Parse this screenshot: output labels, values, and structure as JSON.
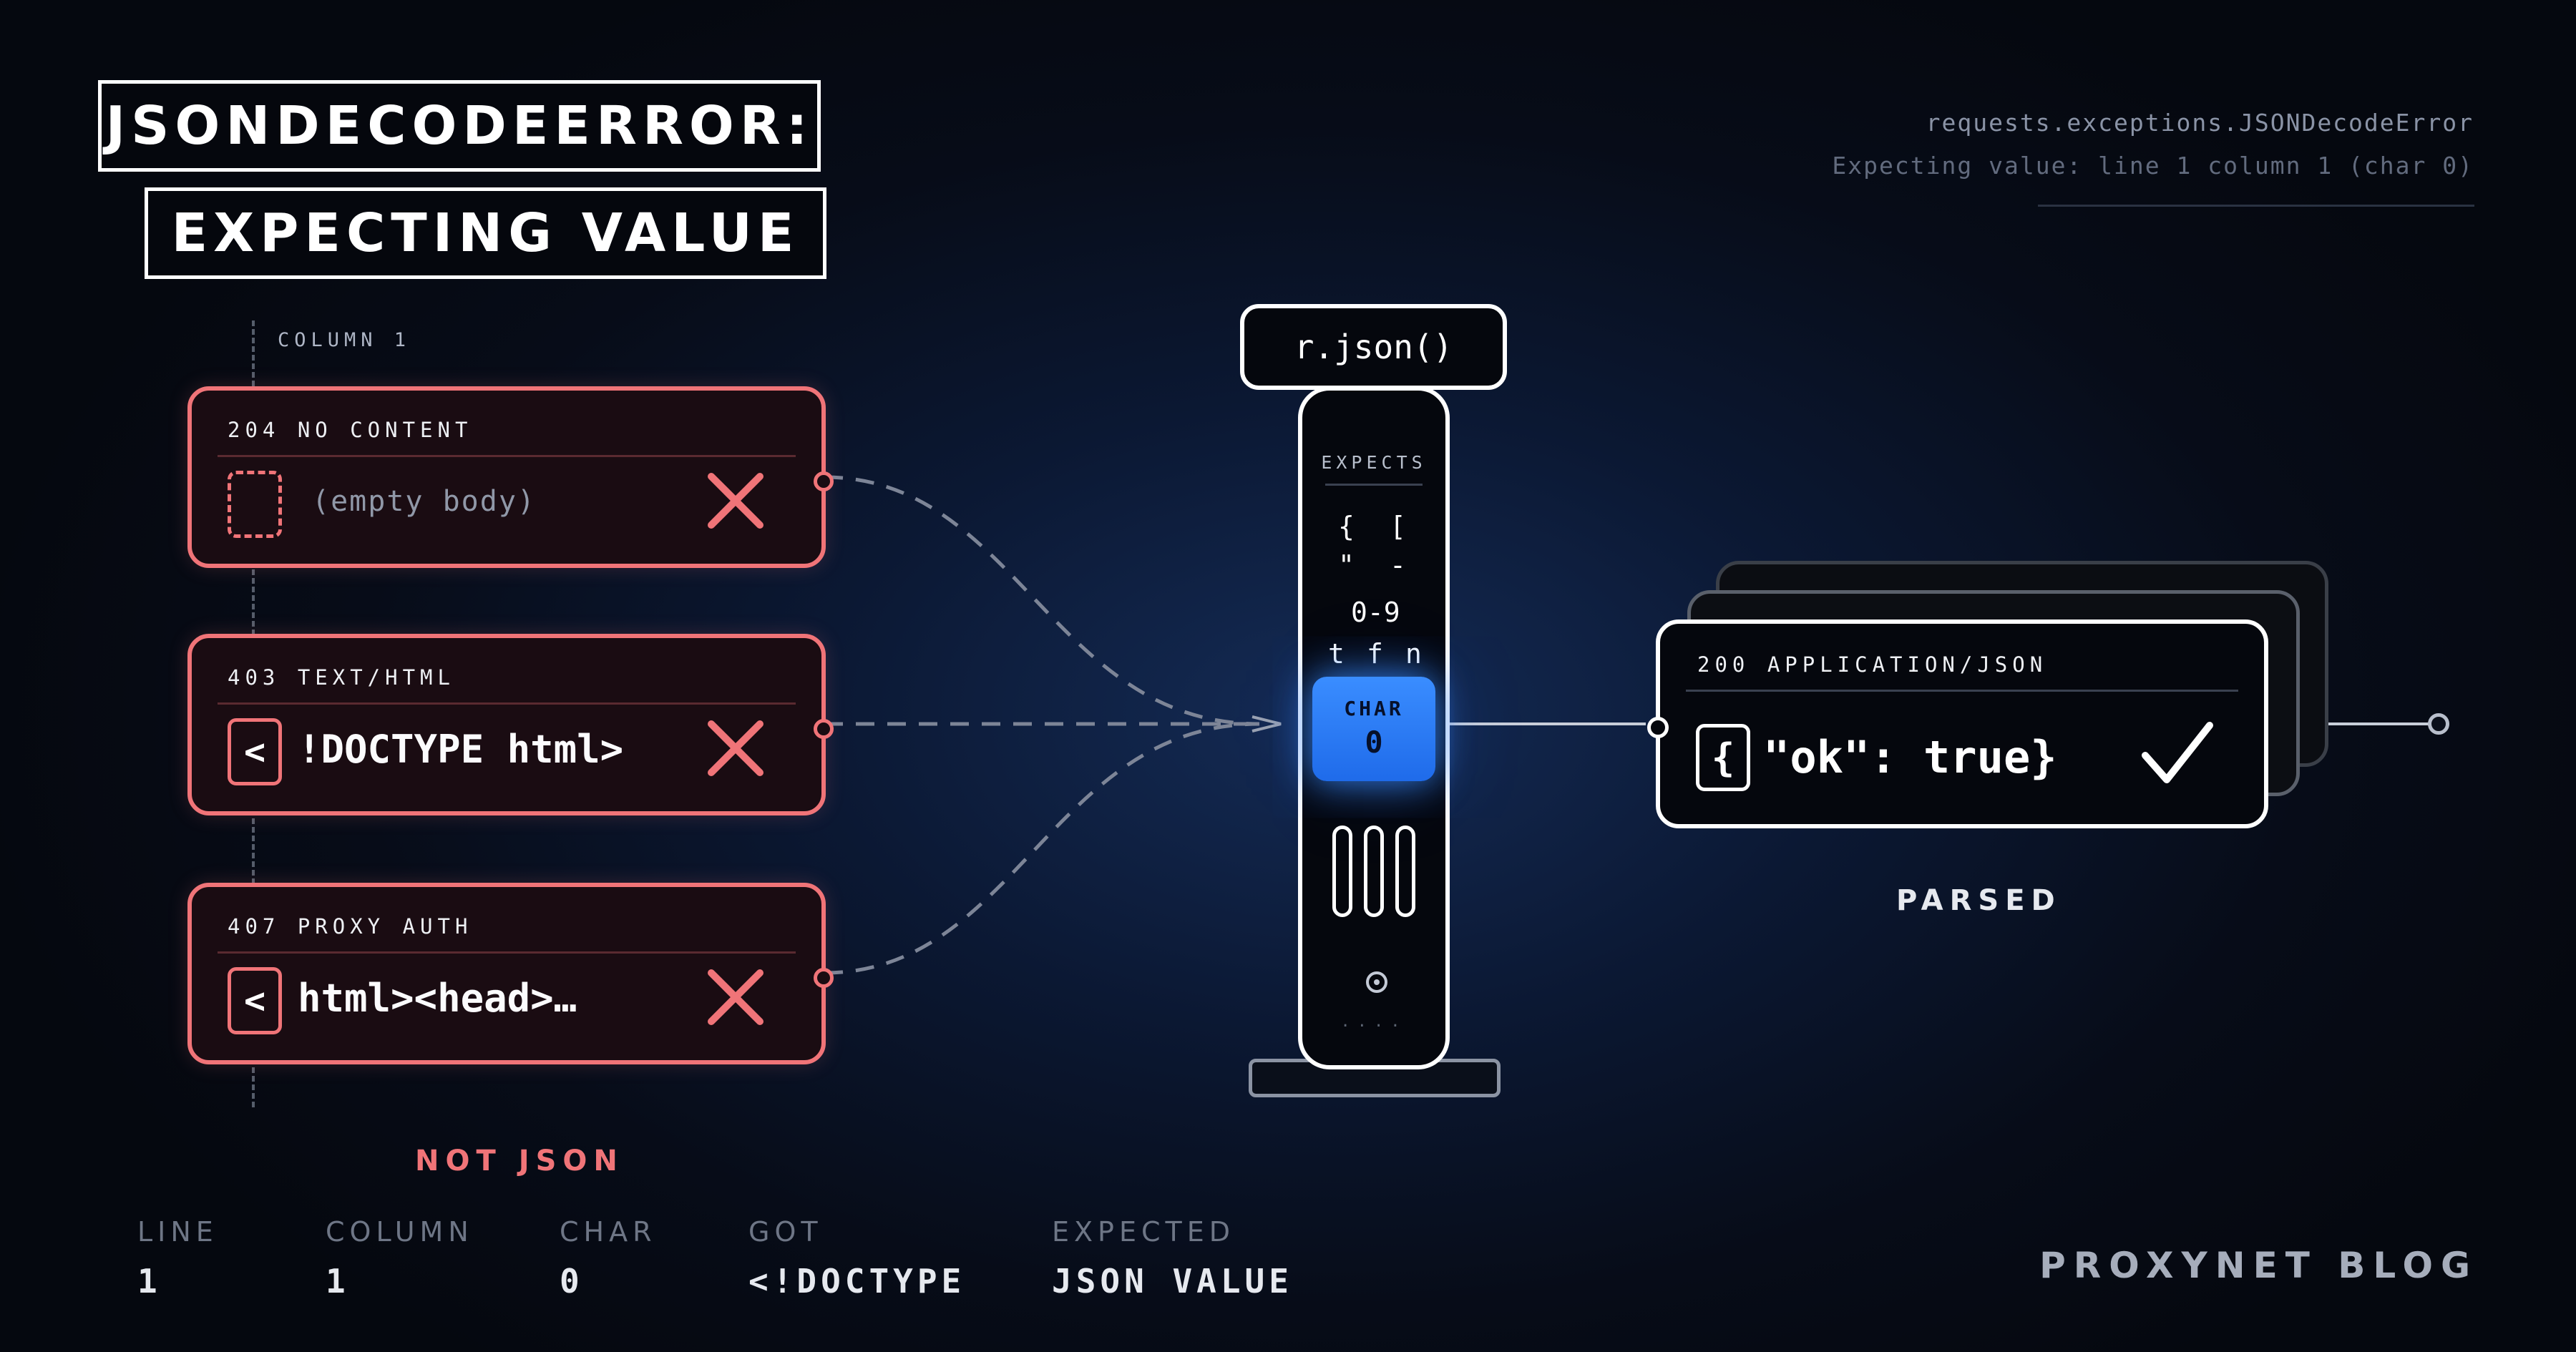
{
  "title": {
    "line1": "JSONDECODEERROR:",
    "line2": "EXPECTING VALUE"
  },
  "error_meta": {
    "exception": "requests.exceptions.JSONDecodeError",
    "message": "Expecting value: line 1 column 1 (char 0)"
  },
  "column_marker": "COLUMN 1",
  "requests": [
    {
      "status": "204 NO CONTENT",
      "glyph": "",
      "body": "(empty body)",
      "result_icon": "x-icon"
    },
    {
      "status": "403 TEXT/HTML",
      "glyph": "<",
      "body": "!DOCTYPE html>",
      "result_icon": "x-icon"
    },
    {
      "status": "407 PROXY AUTH",
      "glyph": "<",
      "body": "html><head>…",
      "result_icon": "x-icon"
    }
  ],
  "not_json_label": "NOT JSON",
  "parser": {
    "label": "r.json()",
    "expects_label": "EXPECTS",
    "tokens": [
      "{",
      "[",
      "\"",
      "-",
      "0-9",
      "t",
      "f",
      "n"
    ],
    "chip_label": "CHAR",
    "chip_value": "0",
    "dots": "....",
    "chip_color": "#3a8dff"
  },
  "response": {
    "status": "200 APPLICATION/JSON",
    "glyph": "{",
    "body": "\"ok\": true}",
    "result_icon": "check-icon"
  },
  "parsed_label": "PARSED",
  "stats": [
    {
      "key": "LINE",
      "value": "1"
    },
    {
      "key": "COLUMN",
      "value": "1"
    },
    {
      "key": "CHAR",
      "value": "0"
    },
    {
      "key": "GOT",
      "value": "<!DOCTYPE"
    },
    {
      "key": "EXPECTED",
      "value": "JSON VALUE"
    }
  ],
  "brand": "PROXYNET BLOG",
  "colors": {
    "error": "#f07478",
    "accent": "#3a8dff",
    "background": "#070c18",
    "ok": "#ffffff"
  }
}
